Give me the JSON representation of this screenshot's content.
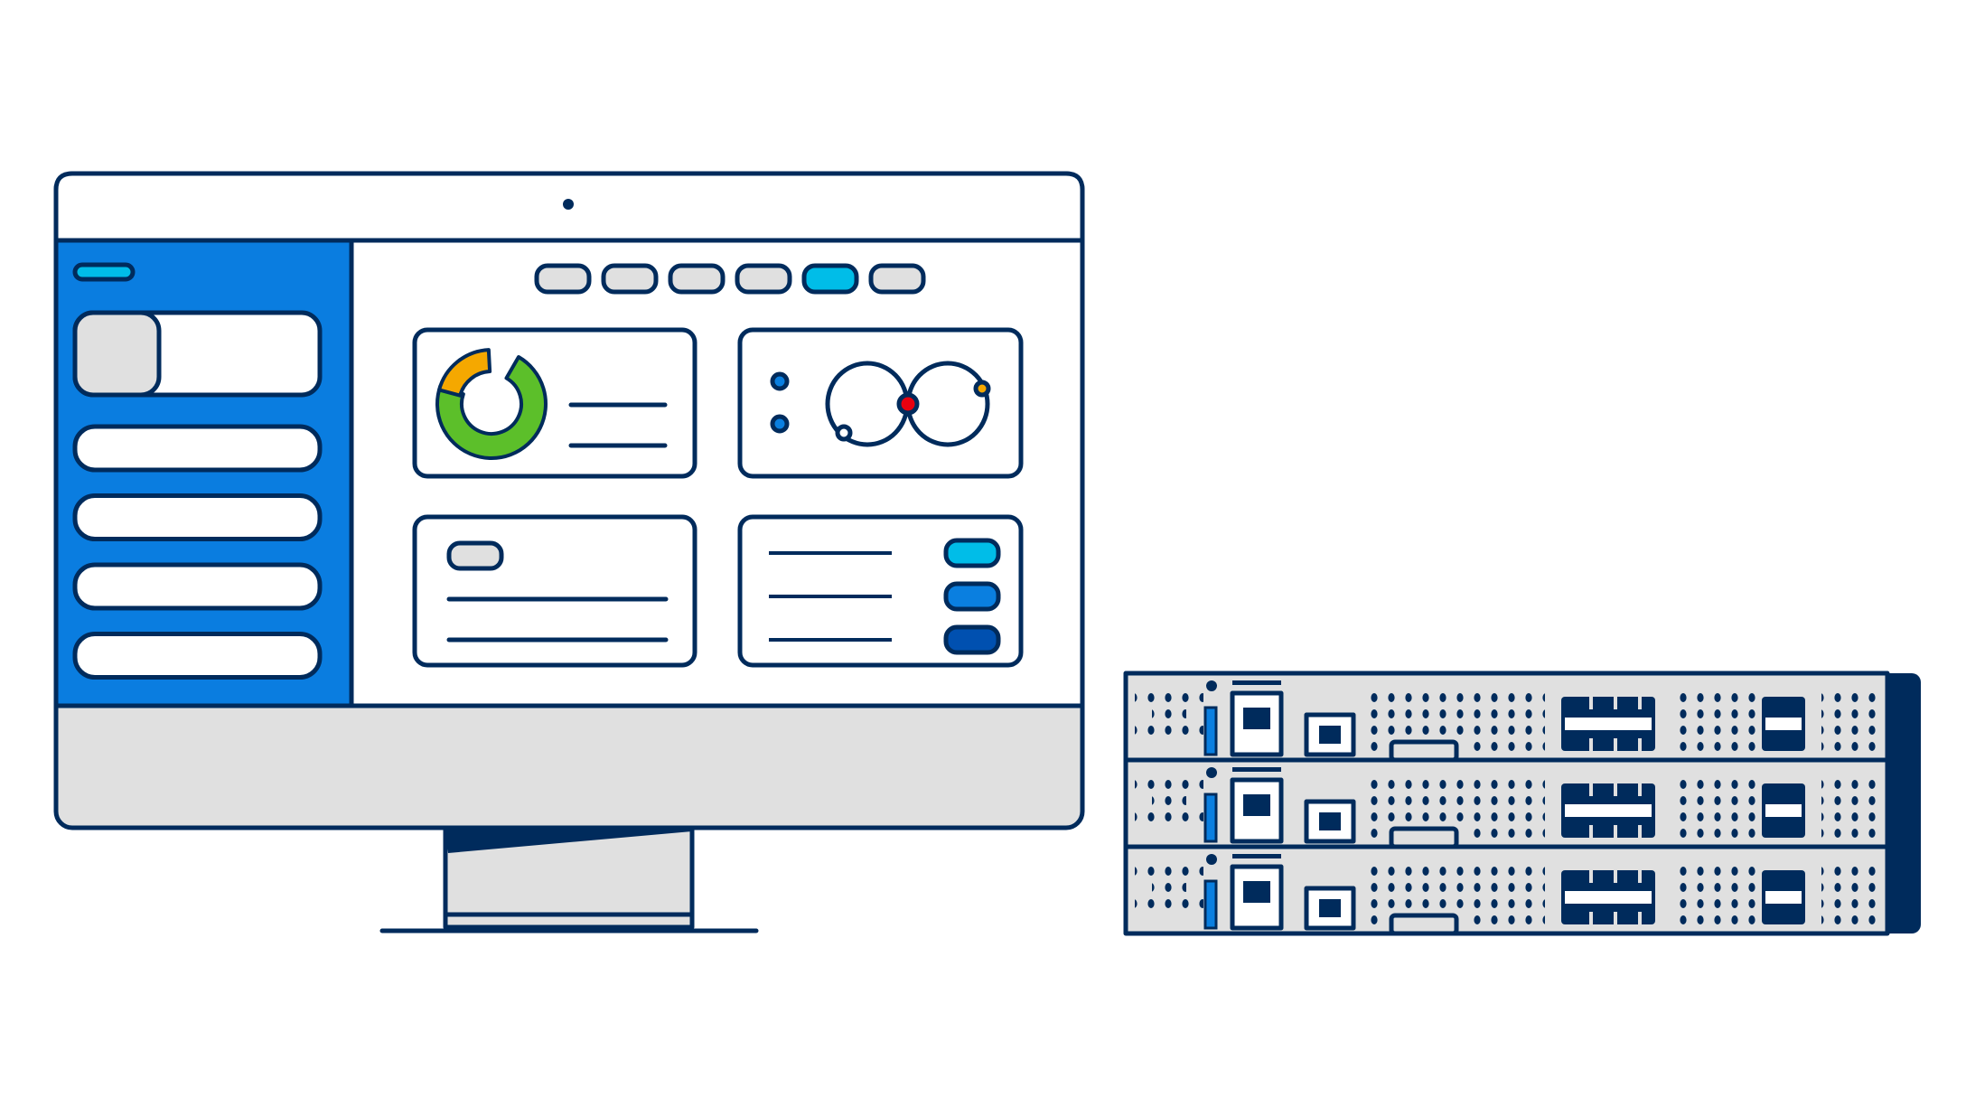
{
  "colors": {
    "outline": "#002b5c",
    "sidebar": "#0a7de0",
    "panel_gray": "#e0e0e0",
    "accent_cyan": "#00bde8",
    "accent_blue": "#0a7fe0",
    "accent_dark_blue": "#0050b0",
    "chart_green": "#5cbf2a",
    "chart_orange": "#f5a800",
    "node_red": "#e8000f",
    "background": "#ffffff"
  },
  "monitor": {
    "tabs": {
      "count": 6,
      "active_index": 4
    },
    "sidebar": {
      "item_count": 4
    },
    "donut": {
      "orange_fraction": 0.2,
      "green_fraction": 0.72
    }
  },
  "rack": {
    "unit_count": 3
  },
  "icons": [
    "desktop-monitor-icon",
    "server-rack-icon",
    "donut-chart-icon",
    "network-graph-icon"
  ]
}
